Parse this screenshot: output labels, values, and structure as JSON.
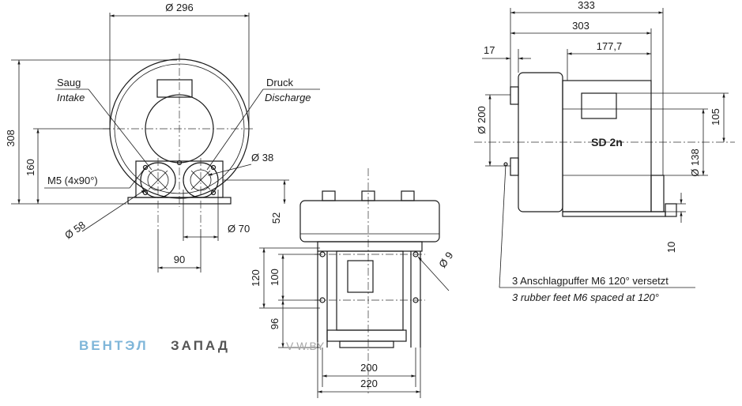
{
  "labels": {
    "intake_de": "Saug",
    "intake_en": "Intake",
    "discharge_de": "Druck",
    "discharge_en": "Discharge",
    "mount_holes": "M5 (4x90°)",
    "model": "SD 2n",
    "feet_de": "3 Anschlagpuffer M6 120° versetzt",
    "feet_en": "3 rubber feet M6 spaced at 120°"
  },
  "dimensions": {
    "diameter_296": "Ø 296",
    "height_308": "308",
    "height_160": "160",
    "height_52": "52",
    "diameter_38": "Ø 38",
    "diameter_58": "Ø 58",
    "diameter_70": "Ø 70",
    "width_90": "90",
    "width_120": "120",
    "width_100": "100",
    "width_96": "96",
    "diameter_9": "Ø 9",
    "width_200": "200",
    "width_220": "220",
    "length_333": "333",
    "length_303": "303",
    "length_177_7": "177,7",
    "length_17": "17",
    "diameter_200": "Ø 200",
    "height_105": "105",
    "diameter_138": "Ø 138",
    "height_10": "10"
  },
  "watermark": {
    "part1": "ВЕНТЭЛ",
    "part2": "ЗАПАД",
    "part3": "V-W.BY"
  }
}
